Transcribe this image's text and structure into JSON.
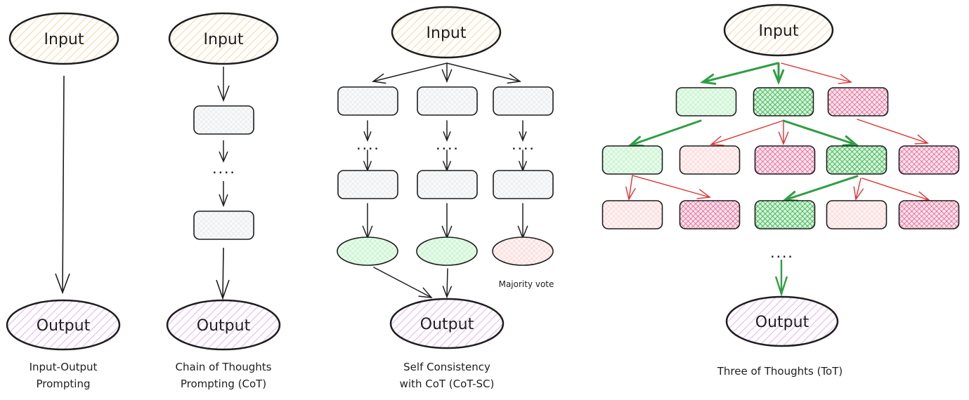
{
  "title": "Prompting strategies: IO, CoT, CoT-SC, ToT",
  "colors": {
    "input_fill": "#ffc98b",
    "output_fill": "#e599f7",
    "neutral_fill": "#dee2e6",
    "good_light": "#b2f2bb",
    "good_dark": "#2f9e44",
    "bad_light": "#ffc9c9",
    "bad_dark": "#e64980",
    "stroke": "#1e1e1e",
    "arrow_good": "#2f9e44",
    "arrow_bad": "#e03131"
  },
  "panels": [
    {
      "id": "io",
      "input_label": "Input",
      "output_label": "Output",
      "caption_line1": "Input-Output",
      "caption_line2": "Prompting"
    },
    {
      "id": "cot",
      "input_label": "Input",
      "output_label": "Output",
      "ellipsis": "....",
      "caption_line1": "Chain of Thoughts",
      "caption_line2": "Prompting (CoT)"
    },
    {
      "id": "cotsc",
      "input_label": "Input",
      "output_label": "Output",
      "ellipsis": "....",
      "note": "Majority vote",
      "caption_line1": "Self Consistency",
      "caption_line2": "with CoT (CoT-SC)",
      "answers": [
        "good",
        "good",
        "bad"
      ]
    },
    {
      "id": "tot",
      "input_label": "Input",
      "output_label": "Output",
      "ellipsis": "....",
      "caption_line1": "Three of Thoughts (ToT)",
      "levels": [
        [
          "good_light",
          "good_dark",
          "bad_dark"
        ],
        [
          "good_light",
          "bad_light",
          "bad_dark",
          "good_dark",
          "bad_dark"
        ],
        [
          "bad_light",
          "bad_dark",
          "good_dark",
          "bad_light",
          "bad_dark"
        ]
      ]
    }
  ]
}
